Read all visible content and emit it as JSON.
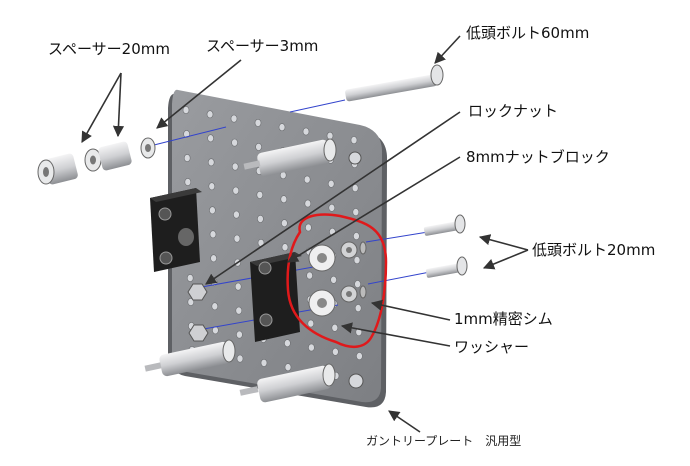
{
  "labels": {
    "spacer_20mm": "スペーサー20mm",
    "spacer_3mm": "スペーサー3mm",
    "low_head_bolt_60mm": "低頭ボルト60mm",
    "lock_nut": "ロックナット",
    "nut_block_8mm": "8mmナットブロック",
    "low_head_bolt_20mm": "低頭ボルト20mm",
    "precision_shim_1mm": "1mm精密シム",
    "washer": "ワッシャー",
    "gantry_plate": "ガントリープレート　汎用型"
  },
  "colors": {
    "plate": "#8a8c90",
    "plate_edge": "#5e6064",
    "hole": "#d6d8dc",
    "nut_block": "#1e1e1e",
    "metal": "#d9dadc",
    "highlight": "#e0191b",
    "axis_line": "#3344cc"
  }
}
